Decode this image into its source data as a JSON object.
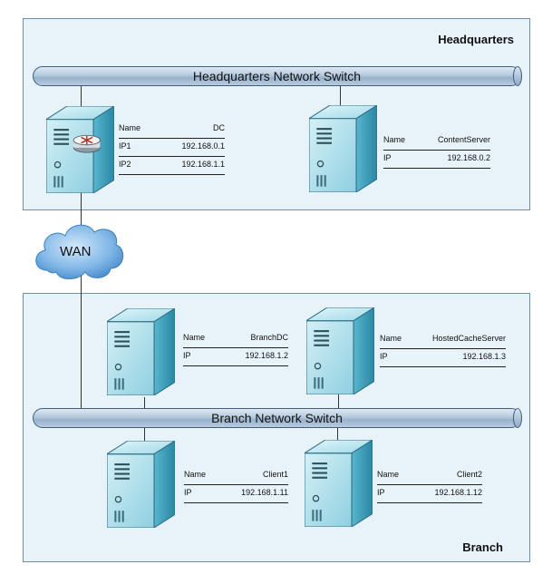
{
  "zones": {
    "headquarters": {
      "title": "Headquarters"
    },
    "branch": {
      "title": "Branch"
    }
  },
  "switches": {
    "hq": {
      "label": "Headquarters Network Switch"
    },
    "branch": {
      "label": "Branch Network Switch"
    }
  },
  "wan": {
    "label": "WAN"
  },
  "nodes": {
    "dc": {
      "rows": [
        {
          "key": "Name",
          "value": "DC"
        },
        {
          "key": "IP1",
          "value": "192.168.0.1"
        },
        {
          "key": "IP2",
          "value": "192.168.1.1"
        }
      ]
    },
    "contentserver": {
      "rows": [
        {
          "key": "Name",
          "value": "ContentServer"
        },
        {
          "key": "IP",
          "value": "192.168.0.2"
        }
      ]
    },
    "branchdc": {
      "rows": [
        {
          "key": "Name",
          "value": "BranchDC"
        },
        {
          "key": "IP",
          "value": "192.168.1.2"
        }
      ]
    },
    "hostedcache": {
      "rows": [
        {
          "key": "Name",
          "value": "HostedCacheServer"
        },
        {
          "key": "IP",
          "value": "192.168.1.3"
        }
      ]
    },
    "client1": {
      "rows": [
        {
          "key": "Name",
          "value": "Client1"
        },
        {
          "key": "IP",
          "value": "192.168.1.11"
        }
      ]
    },
    "client2": {
      "rows": [
        {
          "key": "Name",
          "value": "Client2"
        },
        {
          "key": "IP",
          "value": "192.168.1.12"
        }
      ]
    }
  },
  "colors": {
    "zone_fill": "#e8f3f9",
    "server_front": "#a9dbe7",
    "server_side": "#3a9ab5",
    "cloud": "#3d8fd0"
  }
}
